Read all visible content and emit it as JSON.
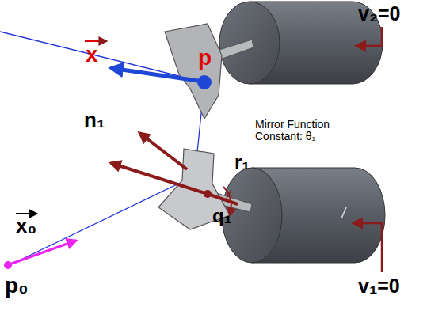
{
  "diagram": {
    "labels": [
      "x",
      "p",
      "n₁",
      "r₁",
      "q₁",
      "Mirror Function Constant: θ₁",
      "x₀",
      "p₀",
      "v₂=0",
      "v₁=0"
    ]
  }
}
